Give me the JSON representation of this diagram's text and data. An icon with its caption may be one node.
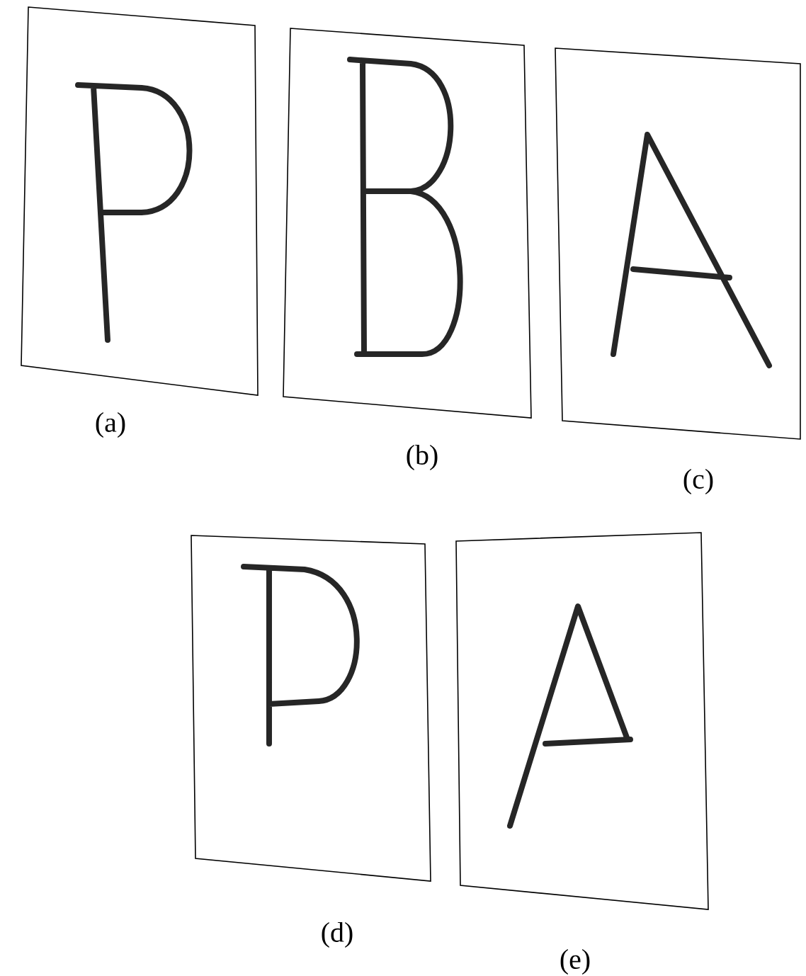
{
  "diagram": {
    "labels": [
      "(a)",
      "(b)",
      "(c)",
      "(d)",
      "(e)"
    ]
  }
}
